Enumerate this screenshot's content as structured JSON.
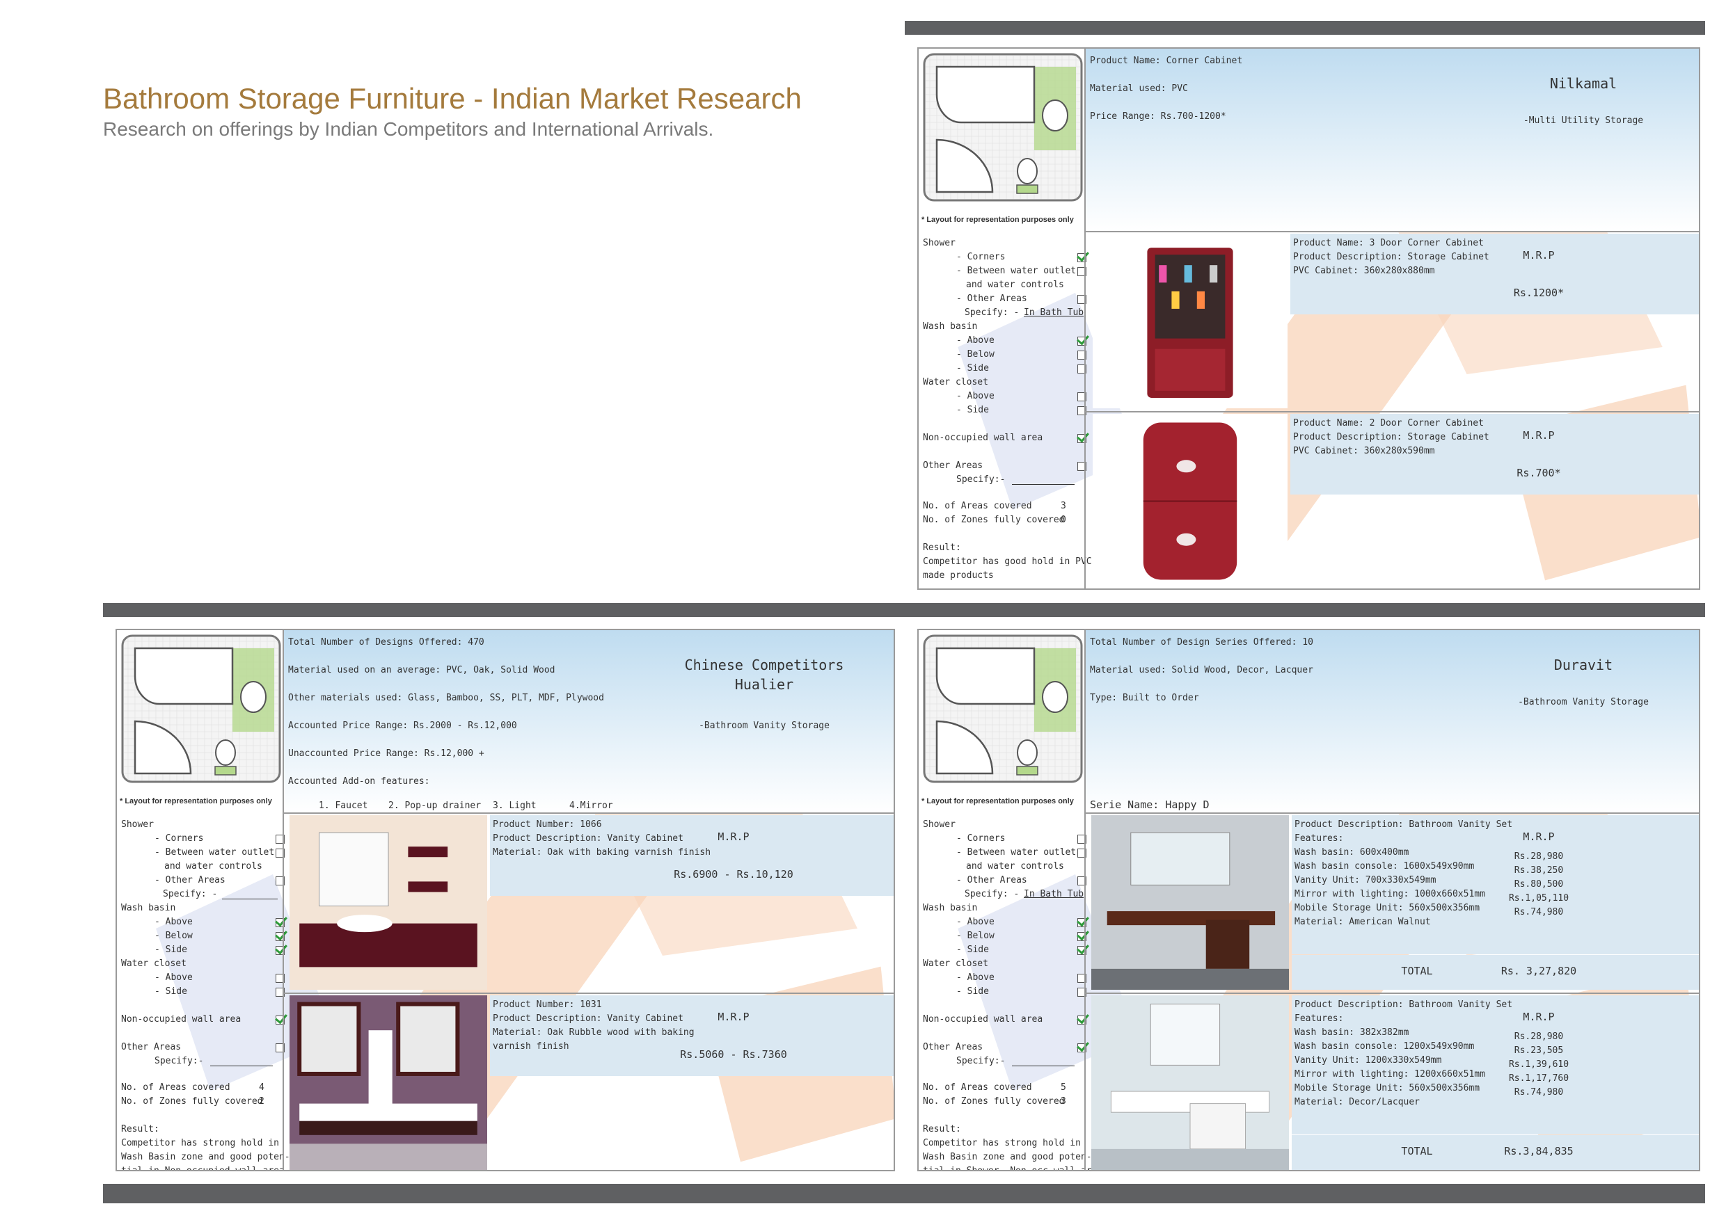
{
  "page": {
    "title": "Bathroom Storage Furniture - Indian Market Research",
    "subtitle": "Research on offerings by Indian Competitors and International Arrivals."
  },
  "layout_note": "* Layout for representation purposes only",
  "checklist_labels": {
    "shower": "Shower",
    "corners": "- Corners",
    "between": "- Between water outlet",
    "between2": "and water controls",
    "other_areas_sub": "- Other Areas",
    "specify": "Specify: -",
    "wash_basin": "Wash basin",
    "above": "- Above",
    "below": "- Below",
    "side": "- Side",
    "water_closet": "Water closet",
    "non_occupied": "Non-occupied wall area",
    "other_areas": "Other Areas",
    "specify2": "Specify:-",
    "areas_covered": "No. of Areas covered",
    "zones_covered": "No. of Zones fully covered",
    "result": "Result:"
  },
  "nilkamal": {
    "info": [
      "Product Name: Corner Cabinet",
      "Material used: PVC",
      "Price Range: Rs.700-1200*"
    ],
    "brand": "Nilkamal",
    "brand_sub": "-Multi Utility Storage",
    "specify_value": "In Bath Tub",
    "checks": {
      "corners": true,
      "between": false,
      "other": false,
      "wb_above": true,
      "wb_below": false,
      "wb_side": false,
      "wc_above": false,
      "wc_side": false,
      "non_occupied": true,
      "other_areas": false
    },
    "areas_covered": "3",
    "zones_covered": "0",
    "result": [
      "Competitor has good hold in PVC",
      "made products"
    ],
    "products": [
      {
        "lines": [
          "Product Name: 3 Door Corner Cabinet",
          "Product Description: Storage Cabinet",
          "PVC Cabinet: 360x280x880mm"
        ],
        "mrp": "M.R.P",
        "price": "Rs.1200*"
      },
      {
        "lines": [
          "Product Name: 2 Door Corner Cabinet",
          "Product Description: Storage Cabinet",
          "PVC Cabinet: 360x280x590mm"
        ],
        "mrp": "M.R.P",
        "price": "Rs.700*"
      }
    ]
  },
  "hualier": {
    "info": [
      "Total Number of Designs Offered: 470",
      "Material used on an average: PVC, Oak, Solid Wood",
      "Other materials used: Glass, Bamboo, SS, PLT, MDF, Plywood",
      "Accounted Price Range: Rs.2000 - Rs.12,000",
      "Unaccounted Price Range: Rs.12,000 +",
      "Accounted Add-on features:"
    ],
    "addons": [
      "1. Faucet",
      "2. Pop-up drainer",
      "3. Light",
      "4.Mirror"
    ],
    "brand": "Chinese Competitors",
    "brand2": "Hualier",
    "brand_sub": "-Bathroom Vanity Storage",
    "specify_value": "",
    "checks": {
      "corners": false,
      "between": false,
      "other": false,
      "wb_above": true,
      "wb_below": true,
      "wb_side": true,
      "wc_above": false,
      "wc_side": false,
      "non_occupied": true,
      "other_areas": false
    },
    "areas_covered": "4",
    "zones_covered": "2",
    "result": [
      "Competitor has strong hold in",
      "Wash Basin zone and good poten-",
      "tial in Non-occupied wall area"
    ],
    "products": [
      {
        "lines": [
          "Product Number: 1066",
          "Product Description: Vanity Cabinet",
          "Material: Oak with baking varnish finish"
        ],
        "mrp": "M.R.P",
        "price": "Rs.6900 - Rs.10,120"
      },
      {
        "lines": [
          "Product Number: 1031",
          "Product Description: Vanity Cabinet",
          "Material: Oak Rubble wood with baking",
          "varnish finish"
        ],
        "mrp": "M.R.P",
        "price": "Rs.5060 - Rs.7360"
      }
    ]
  },
  "duravit": {
    "info": [
      "Total Number of Design Series Offered: 10",
      "Material used: Solid Wood, Decor, Lacquer",
      "Type: Built to Order"
    ],
    "brand": "Duravit",
    "brand_sub": "-Bathroom Vanity Storage",
    "serie_name": "Serie Name: Happy D",
    "specify_value": "In Bath Tub",
    "checks": {
      "corners": false,
      "between": false,
      "other": false,
      "wb_above": true,
      "wb_below": true,
      "wb_side": true,
      "wc_above": false,
      "wc_side": false,
      "non_occupied": true,
      "other_areas": true
    },
    "areas_covered": "5",
    "zones_covered": "3",
    "result": [
      "Competitor has strong hold in",
      "Wash Basin zone and good poten-",
      "tial in Shower, Non-occ wall area"
    ],
    "products": [
      {
        "lines": [
          "Product Description: Bathroom Vanity Set",
          "Features:",
          "Wash basin: 600x400mm",
          "Wash basin console: 1600x549x90mm",
          "Vanity Unit: 700x330x549mm",
          "Mirror with lighting: 1000x660x51mm",
          "Mobile Storage Unit: 560x500x356mm",
          "Material: American Walnut"
        ],
        "mrp": "M.R.P",
        "prices": [
          "Rs.28,980",
          "Rs.38,250",
          "Rs.80,500",
          "Rs.1,05,110",
          "Rs.74,980"
        ],
        "total_label": "TOTAL",
        "total": "Rs. 3,27,820"
      },
      {
        "lines": [
          "Product Description: Bathroom Vanity Set",
          "Features:",
          "Wash basin: 382x382mm",
          "Wash basin console: 1200x549x90mm",
          "Vanity Unit: 1200x330x549mm",
          "Mirror with lighting: 1200x660x51mm",
          "Mobile Storage Unit: 560x500x356mm",
          "Material: Decor/Lacquer"
        ],
        "mrp": "M.R.P",
        "prices": [
          "Rs.28,980",
          "Rs.23,505",
          "Rs.1,39,610",
          "Rs.1,17,760",
          "Rs.74,980"
        ],
        "total_label": "TOTAL",
        "total": "Rs.3,84,835"
      }
    ]
  }
}
